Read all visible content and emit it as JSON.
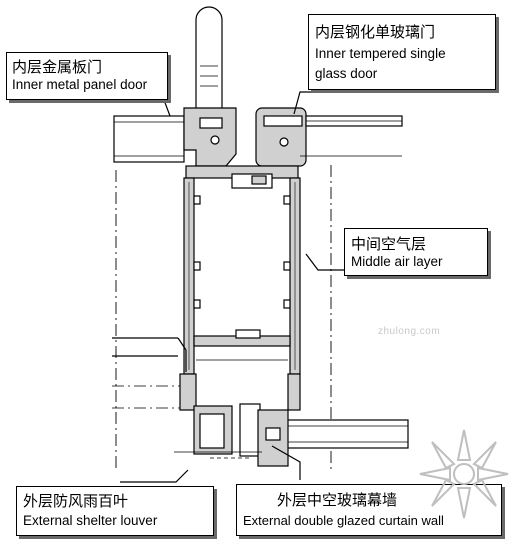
{
  "labels": {
    "inner_metal_door": {
      "zh": "内层金属板门",
      "en": "Inner metal panel door"
    },
    "inner_glass_door": {
      "zh": "内层钢化单玻璃门",
      "en_line1": "Inner tempered single",
      "en_line2": "glass door"
    },
    "middle_air": {
      "zh": "中间空气层",
      "en": "Middle air layer"
    },
    "outer_louver": {
      "zh": "外层防风雨百叶",
      "en": "External shelter louver"
    },
    "outer_curtain_wall": {
      "zh": "外层中空玻璃幕墙",
      "en": "External double glazed curtain wall"
    }
  },
  "watermark": "zhulong.com",
  "colors": {
    "line": "#000000",
    "profile_fill": "#d0d0d0",
    "shadow": "#6a6a6a",
    "logo": "#bfbfbf"
  }
}
